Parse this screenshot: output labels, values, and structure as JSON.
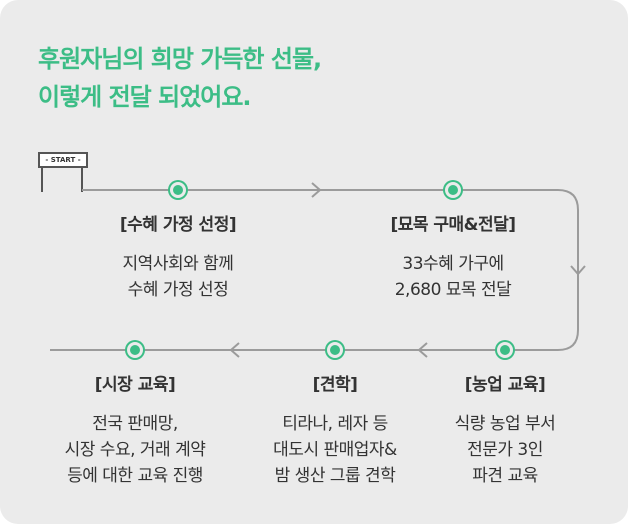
{
  "headline": {
    "line1": "후원자님의 희망 가득한 선물,",
    "line2": "이렇게 전달 되었어요."
  },
  "start_label": "- START -",
  "steps": [
    {
      "title": "[수혜 가정 선정]",
      "desc": "지역사회와 함께\n수혜 가정 선정"
    },
    {
      "title": "[묘목 구매&전달]",
      "desc": "33수혜 가구에\n2,680 묘목 전달"
    },
    {
      "title": "[농업 교육]",
      "desc": "식량 농업 부서\n전문가 3인\n파견 교육"
    },
    {
      "title": "[견학]",
      "desc": "티라나, 레자 등\n대도시 판매업자&\n밤 생산 그룹 견학"
    },
    {
      "title": "[시장 교육]",
      "desc": "전국 판매망,\n시장 수요, 거래 계약\n등에 대한 교육 진행"
    }
  ],
  "colors": {
    "accent": "#3cbd86",
    "line": "#9b9b9b",
    "background": "#ebebeb"
  }
}
